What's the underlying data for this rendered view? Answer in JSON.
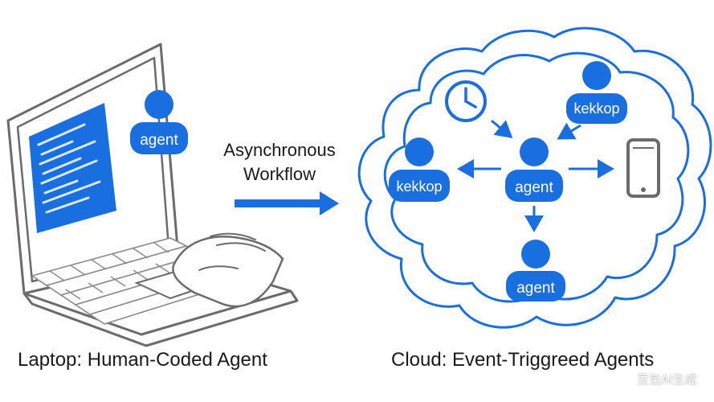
{
  "laptop": {
    "agent_label": "agent",
    "caption": "Laptop: Human-Coded Agent"
  },
  "middle": {
    "line1": "Asynchronous",
    "line2": "Workflow"
  },
  "cloud": {
    "caption": "Cloud: Event-Triggreed Agents",
    "center_agent_label": "agent",
    "left_node_label": "kekkop",
    "top_right_node_label": "kekkop",
    "bottom_agent_label": "agent"
  },
  "watermark": "豆包AI生成",
  "colors": {
    "accent": "#1a6fe0",
    "outline": "#6b6b6b",
    "text": "#1a1a1a"
  }
}
